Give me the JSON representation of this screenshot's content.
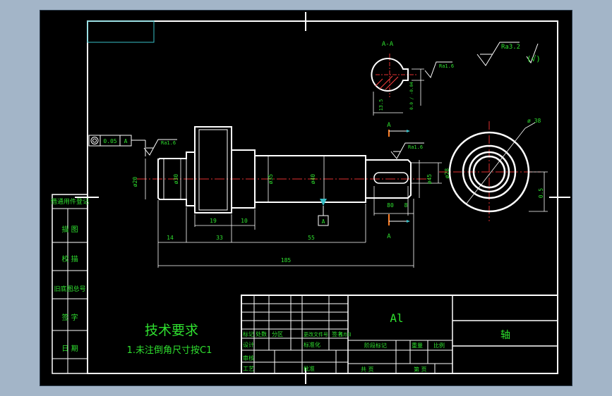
{
  "section_label": "A-A",
  "roughness_main": "Ra3.2",
  "roughness_paren": "(√)",
  "roughness_keyway": "Ra1.6",
  "roughness_left": "Ra1.6",
  "roughness_right": "Ra1.6",
  "section_dim_bottom": "13.5",
  "section_dim_right": "0.0 / -0.04",
  "gd_tolerance": "0.05",
  "gd_datum": "A",
  "datum_tag": "A",
  "cut_label_top": "A",
  "cut_label_bottom": "A",
  "diam_labels": [
    "ø20",
    "ø30",
    "ø35",
    "ø40",
    "ø45",
    "ø28"
  ],
  "dim_14": "14",
  "dim_33": "33",
  "dim_19": "19",
  "dim_10": "10",
  "dim_55": "55",
  "dim_80": "80",
  "dim_8": "8",
  "dim_total": "185",
  "end_diam": "ø 38",
  "end_side": "0.5",
  "tech_title": "技术要求",
  "tech_note": "1.未注倒角尺寸按C1",
  "material": "Al",
  "part_name": "轴",
  "side_labels": [
    "借通用件登记",
    "描 图",
    "校 描",
    "旧底图总号",
    "签 字",
    "日 期"
  ],
  "tb_row_labels": [
    "标记",
    "处数",
    "分区",
    "更改文件号",
    "签名",
    "年月日"
  ],
  "tb_bottom_labels": [
    "设计",
    "标准化",
    "阶段标记",
    "重量",
    "比例",
    "审核",
    "工艺",
    "批准",
    "共 页",
    "第 页"
  ]
}
